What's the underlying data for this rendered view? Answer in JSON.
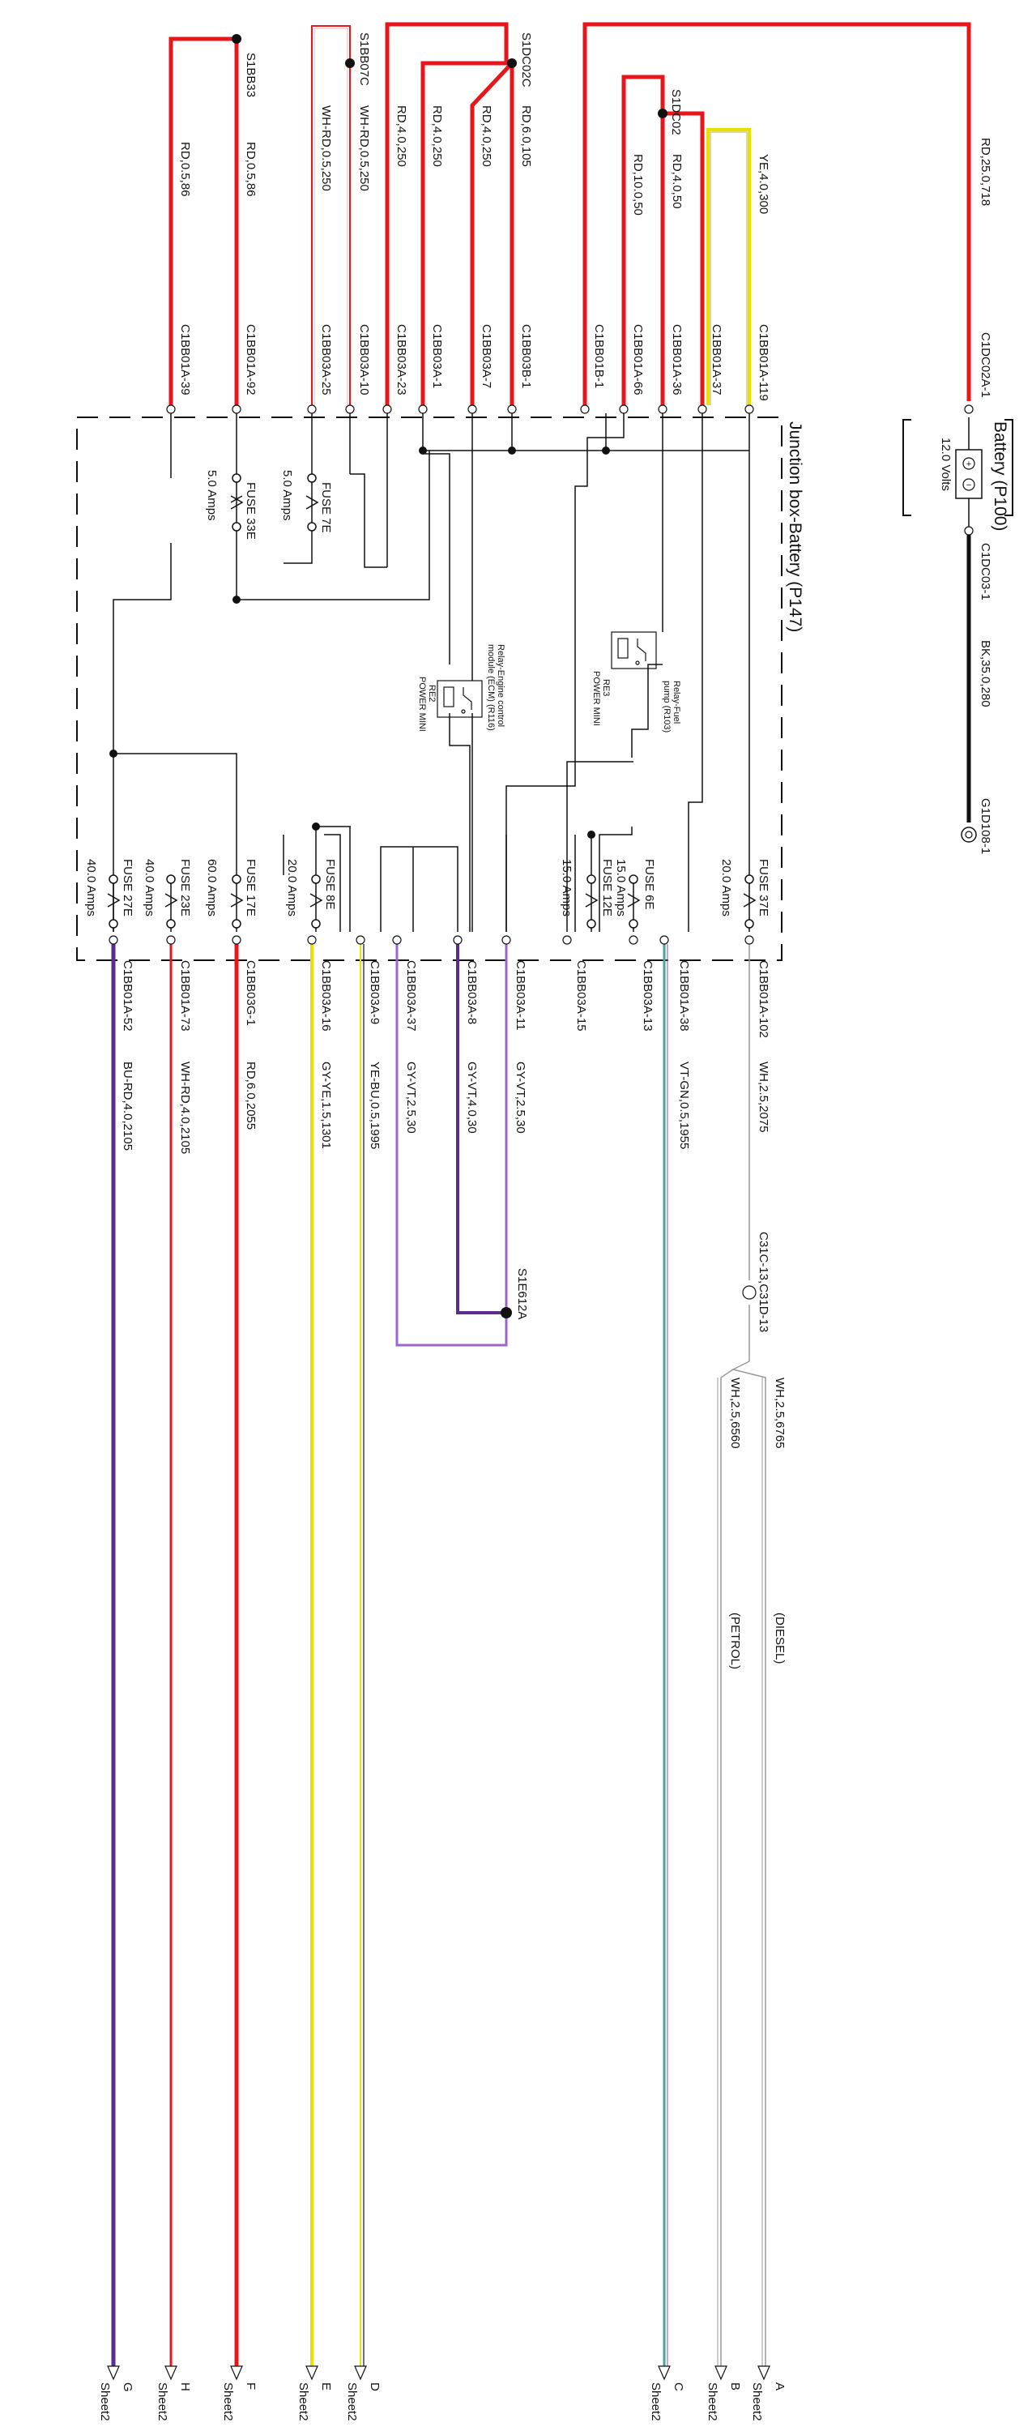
{
  "colors": {
    "red": "#e8161b",
    "black": "#111111",
    "yellow": "#e8e000",
    "violet": "#9a66cc",
    "purple": "#5a2e8a",
    "teal": "#4aa3a0",
    "gray": "#999999"
  },
  "battery": {
    "title": "Battery (P100)",
    "voltage": "12.0 Volts",
    "plus": "+",
    "minus": "−",
    "pin_pos": "C1DC02A-1",
    "pin_neg": "C1DC03-1",
    "wire_pos": "RD,25.0,718",
    "wire_neg": "BK,35.0,280",
    "ground": "G1D108-1"
  },
  "junction_box": {
    "title": "Junction box-Battery (P147)"
  },
  "top_wires": {
    "w1": "RD,0.5,86",
    "w2": "RD,0.5,86",
    "w3": "WH-RD,0.5,250",
    "w4": "WH-RD,0.5,250",
    "w5": "RD,4.0,250",
    "w6": "RD,4.0,250",
    "w7": "RD,4.0,250",
    "w8": "RD,6.0,105",
    "w9": "RD,10.0,50",
    "w10": "RD,4.0,50",
    "w11": "YE,4.0,300"
  },
  "splices_top": {
    "s1": "S1BB33",
    "s2": "S1BB07C",
    "s3": "S1DC02C",
    "s4": "S1DC02"
  },
  "top_pins": {
    "p1": "C1BB01A-39",
    "p2": "C1BB01A-92",
    "p3": "C1BB03A-25",
    "p4": "C1BB03A-10",
    "p5": "C1BB03A-23",
    "p6": "C1BB03A-1",
    "p7": "C1BB03A-7",
    "p8": "C1BB03B-1",
    "p9": "C1BB01B-1",
    "p10": "C1BB01A-66",
    "p11": "C1BB01A-36",
    "p12": "C1BB01A-37",
    "p13": "C1BB01A-119"
  },
  "fuses": {
    "f33": "FUSE 33E",
    "f33_rating": "5.0 Amps",
    "f7": "FUSE 7E",
    "f7_rating": "5.0 Amps",
    "f27": "FUSE 27E",
    "f27_rating": "40.0 Amps",
    "f23": "FUSE 23E",
    "f23_rating": "40.0 Amps",
    "f17": "FUSE 17E",
    "f17_rating": "60.0 Amps",
    "f8": "FUSE 8E",
    "f8_rating": "20.0 Amps",
    "f12": "FUSE 12E",
    "f12_rating": "15.0 Amps",
    "f6": "FUSE 6E",
    "f6_rating": "15.0 Amps",
    "f37": "FUSE 37E",
    "f37_rating": "20.0 Amps"
  },
  "relays": {
    "ecm_name1": "Relay-Engine control",
    "ecm_name2": "module (ECM) (R116)",
    "ecm_type1": "RE2",
    "ecm_type2": "POWER MINI",
    "fuel_name1": "Relay-Fuel",
    "fuel_name2": "pump (R103)",
    "fuel_type1": "RE3",
    "fuel_type2": "POWER MINI"
  },
  "bottom_pins": {
    "p1": "C1BB01A-52",
    "p2": "C1BB01A-73",
    "p3": "C1BB03G-1",
    "p4": "C1BB03A-16",
    "p5": "C1BB03A-9",
    "p6": "C1BB03A-37",
    "p7": "C1BB03A-8",
    "p8": "C1BB03A-11",
    "p9": "C1BB03A-15",
    "p10": "C1BB03A-13",
    "p11": "C1BB01A-38",
    "p12": "C1BB01A-102"
  },
  "bottom_wires": {
    "w1": "BU-RD,4.0,2105",
    "w2": "WH-RD,4.0,2105",
    "w3": "RD,6.0,2055",
    "w4": "GY-YE,1.5,1301",
    "w5": "YE-BU,0.5,1995",
    "w6": "GY-VT,2.5,30",
    "w7": "GY-VT,4.0,30",
    "w8": "GY-VT,2.5,30",
    "w9": "VT-GN,0.5,1955",
    "w10": "WH,2.5,2075"
  },
  "splice_bottom": "S1E612A",
  "connector_mid": {
    "left": "C31C-13",
    "right": "C31D-13"
  },
  "diesel": {
    "wire": "WH,2.5,6765",
    "label": "(DIESEL)"
  },
  "petrol": {
    "wire": "WH,2.5,6560",
    "label": "(PETROL)"
  },
  "sheets": {
    "G": {
      "letter": "G",
      "sheet": "Sheet2"
    },
    "H": {
      "letter": "H",
      "sheet": "Sheet2"
    },
    "F": {
      "letter": "F",
      "sheet": "Sheet2"
    },
    "E": {
      "letter": "E",
      "sheet": "Sheet2"
    },
    "D": {
      "letter": "D",
      "sheet": "Sheet2"
    },
    "C": {
      "letter": "C",
      "sheet": "Sheet2"
    },
    "B": {
      "letter": "B",
      "sheet": "Sheet2"
    },
    "A": {
      "letter": "A",
      "sheet": "Sheet2"
    }
  }
}
